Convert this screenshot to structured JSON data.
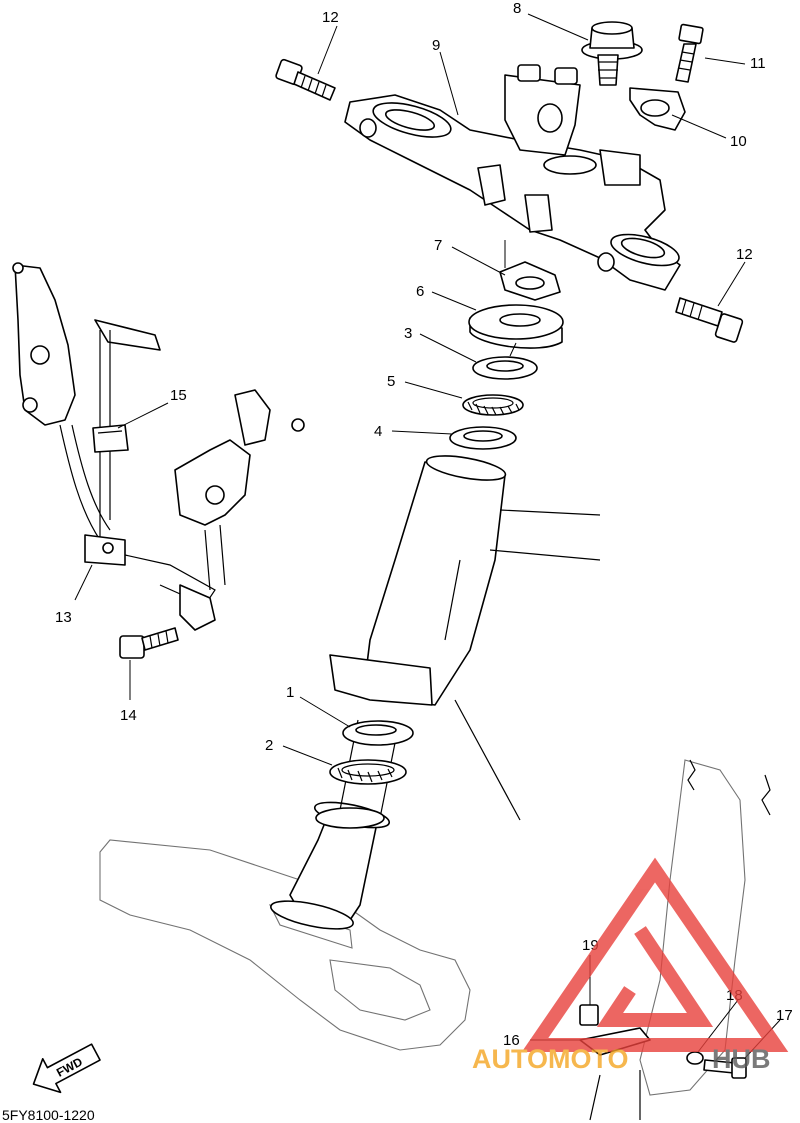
{
  "diagram_code": "5FY8100-1220",
  "fwd_label": "FWD",
  "watermark": {
    "left": "AUTOMOTO",
    "right": "HUB"
  },
  "colors": {
    "line": "#000000",
    "watermark_red": "#e8413c",
    "watermark_orange": "#f5a623",
    "watermark_grey": "#5a5a5a"
  },
  "callouts": [
    "1",
    "2",
    "3",
    "4",
    "5",
    "6",
    "7",
    "8",
    "9",
    "10",
    "11",
    "12",
    "12",
    "13",
    "14",
    "15",
    "16",
    "17",
    "18",
    "19"
  ]
}
